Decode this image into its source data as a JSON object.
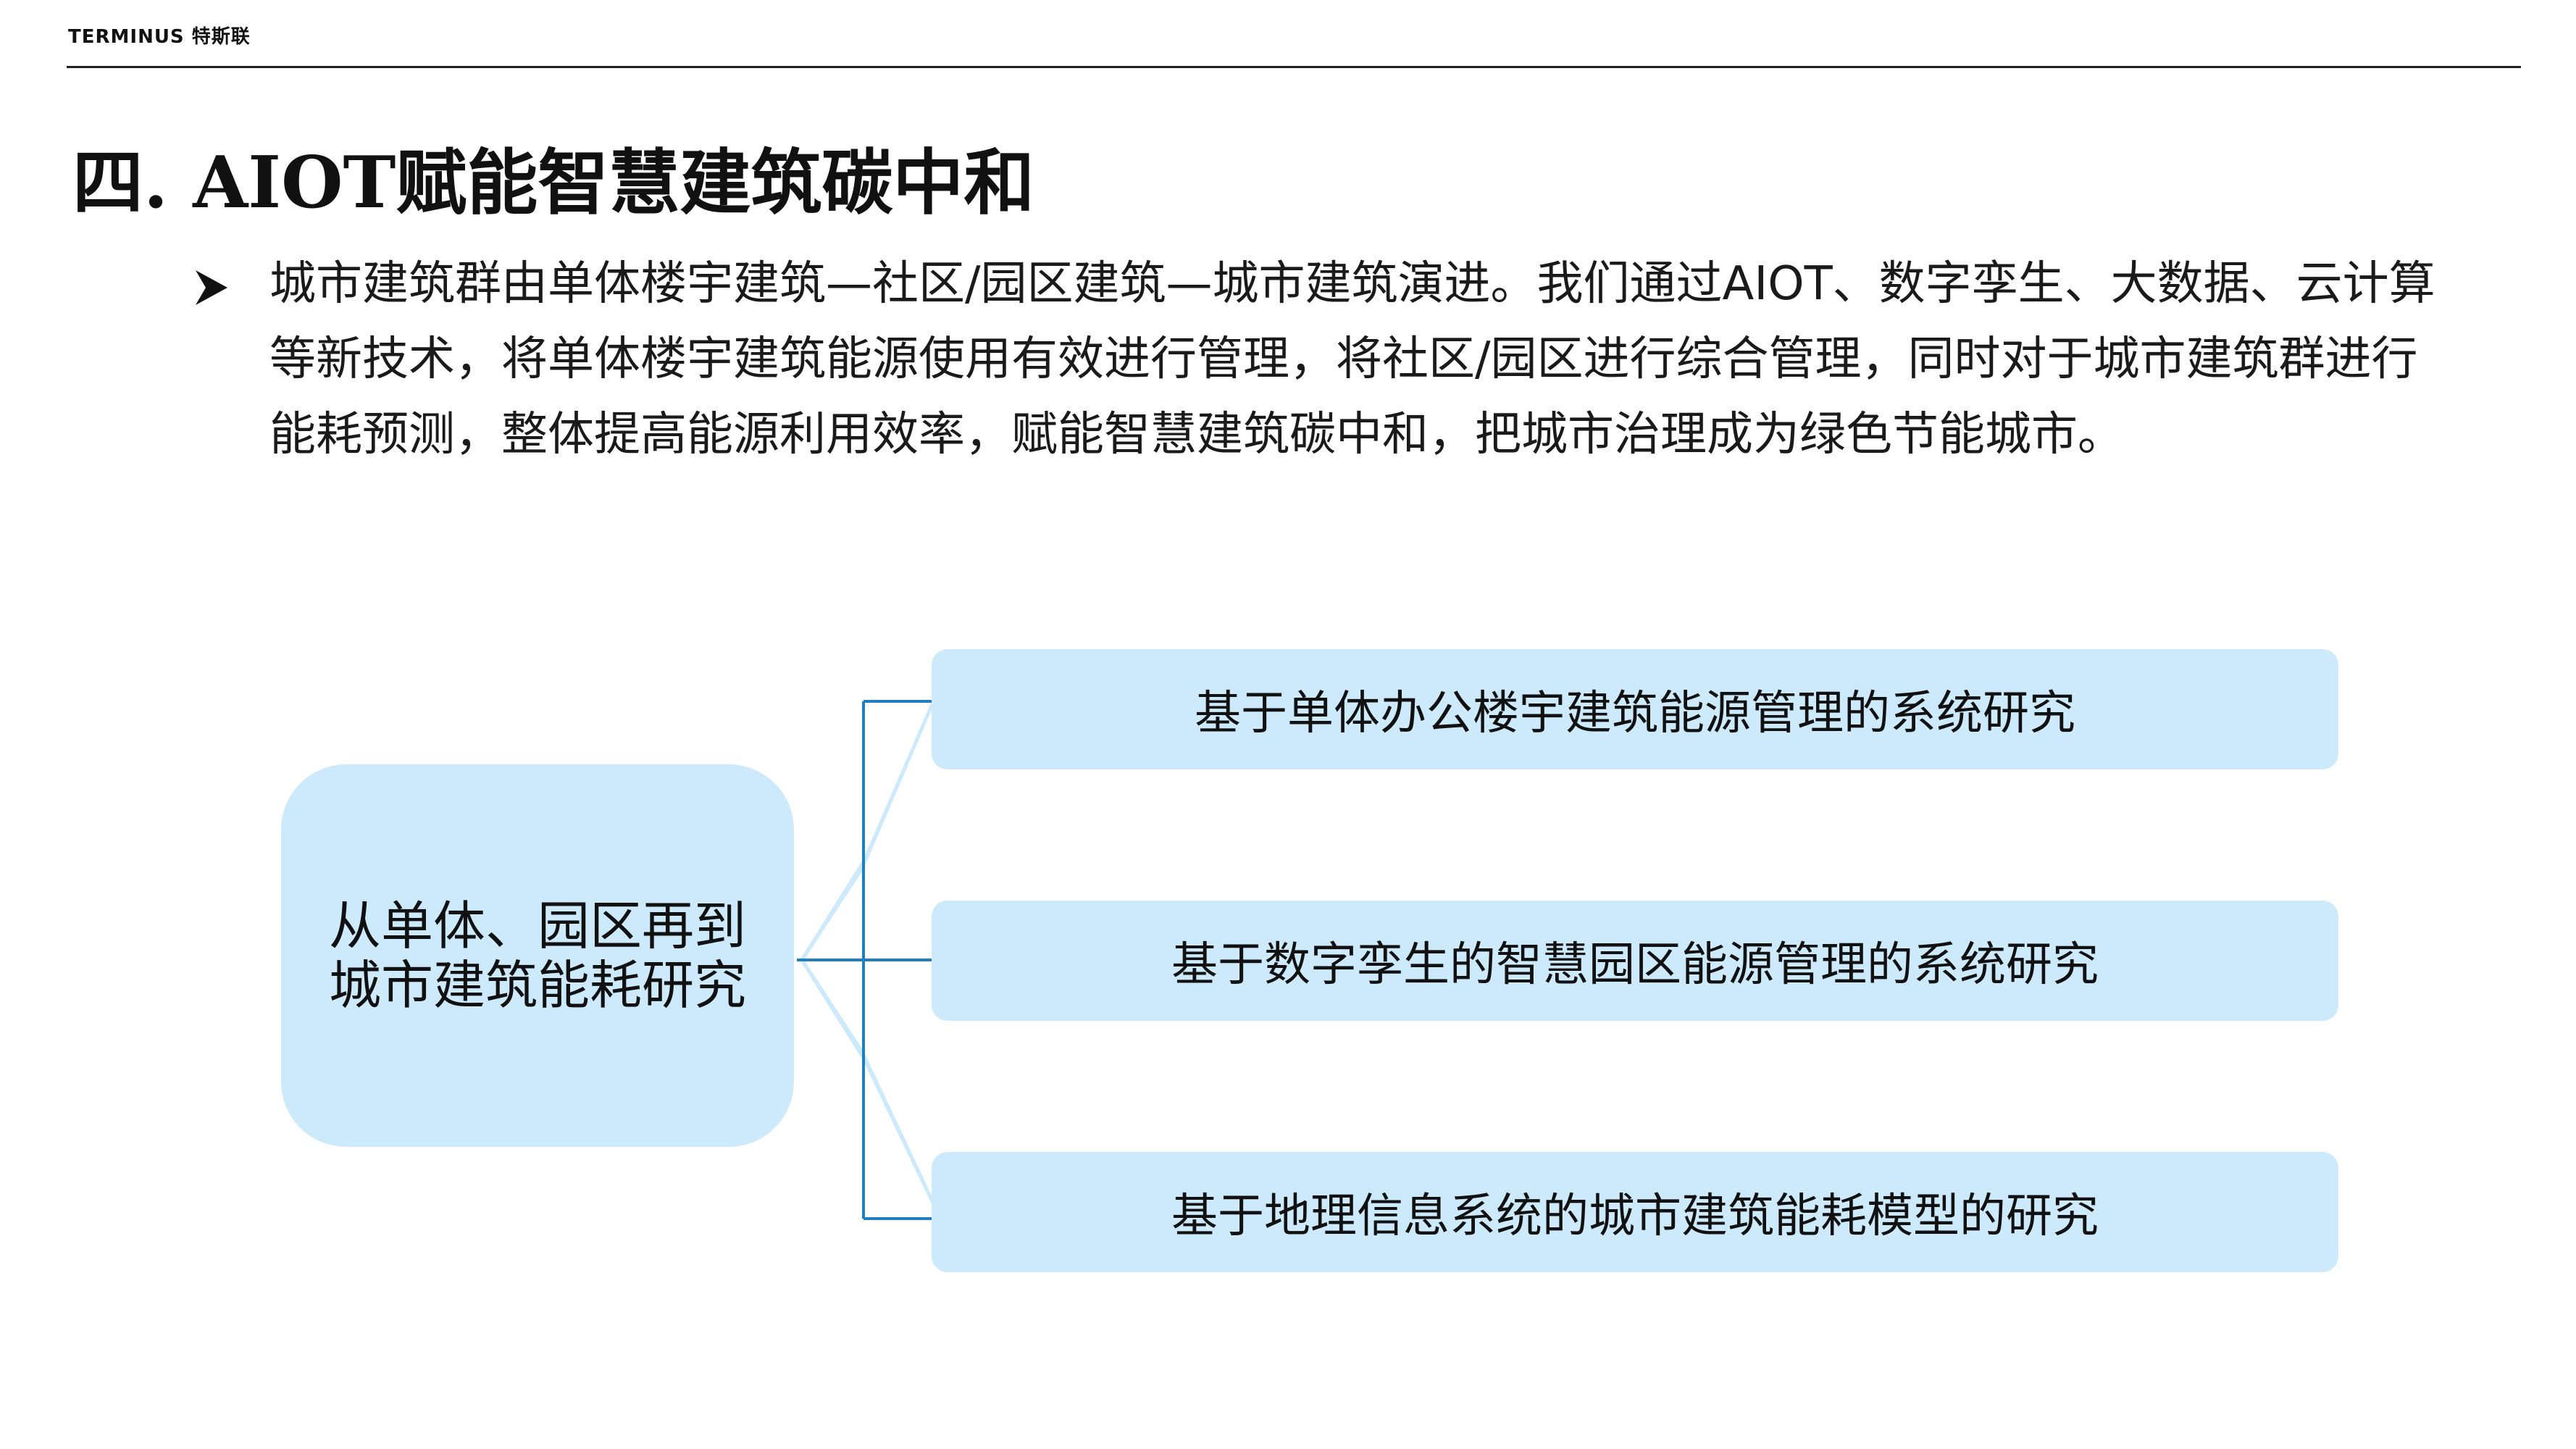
{
  "header": {
    "brand": "TERMINUS 特斯联"
  },
  "slide": {
    "title": "四. AIOT赋能智慧建筑碳中和",
    "bullet_text": "城市建筑群由单体楼宇建筑—社区/园区建筑—城市建筑演进。我们通过AIOT、数字孪生、大数据、云计算等新技术，将单体楼宇建筑能源使用有效进行管理，将社区/园区进行综合管理，同时对于城市建筑群进行能耗预测，整体提高能源利用效率，赋能智慧建筑碳中和，把城市治理成为绿色节能城市。"
  },
  "diagram": {
    "center_label": "从单体、园区再到城市建筑能耗研究",
    "topics": [
      "基于单体办公楼宇建筑能源管理的系统研究",
      "基于数字孪生的智慧园区能源管理的系统研究",
      "基于地理信息系统的城市建筑能耗模型的研究"
    ]
  },
  "colors": {
    "box_fill": "#cdeafc",
    "connector": "#1f7fc0",
    "text": "#111111"
  }
}
